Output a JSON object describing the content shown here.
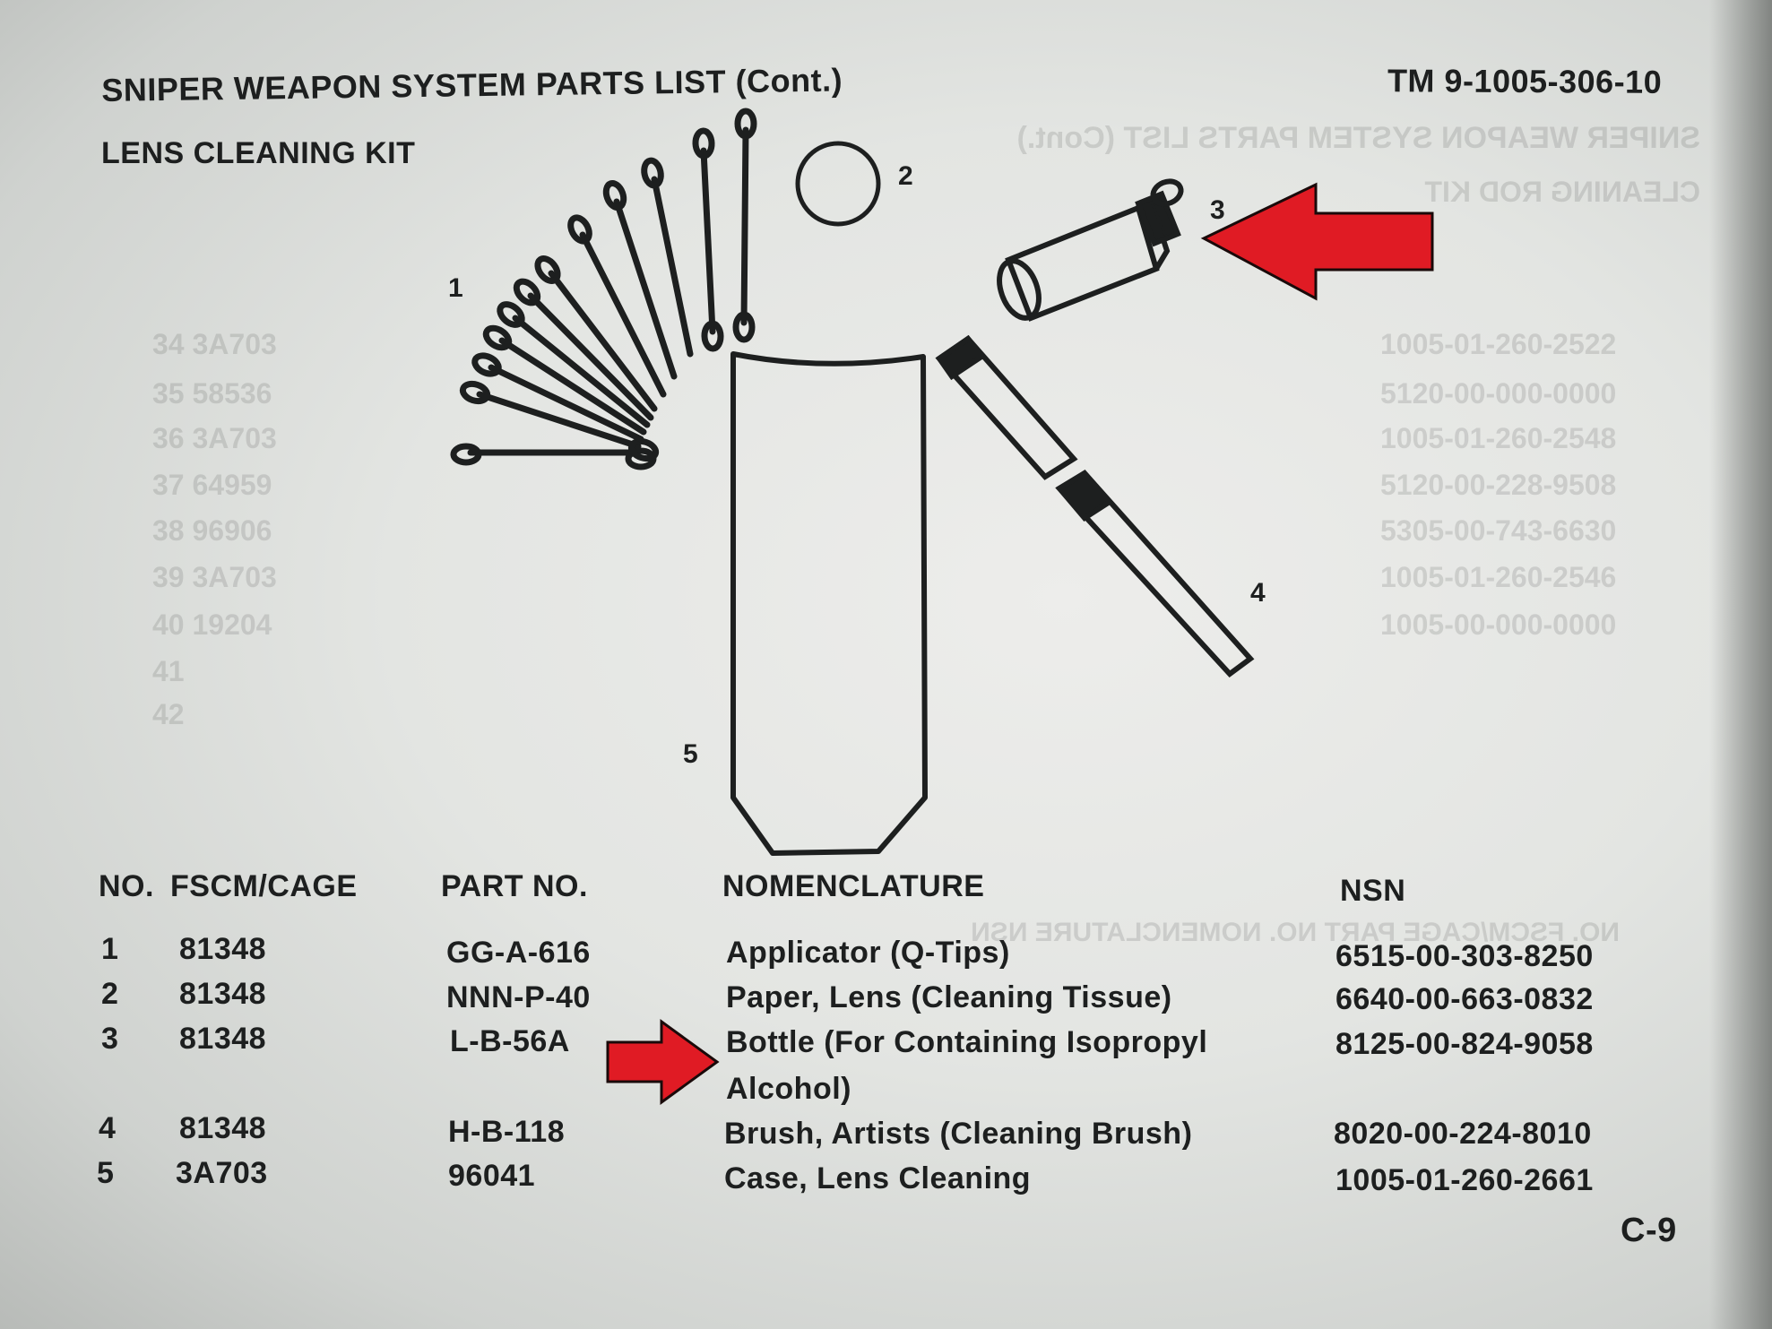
{
  "header": {
    "title": "SNIPER WEAPON SYSTEM PARTS LIST (Cont.)",
    "manual_number": "TM  9-1005-306-10",
    "section": "LENS CLEANING KIT"
  },
  "figure": {
    "callouts": [
      "1",
      "2",
      "3",
      "4",
      "5"
    ]
  },
  "table": {
    "columns": [
      "NO.",
      "FSCM/CAGE",
      "PART NO.",
      "NOMENCLATURE",
      "NSN"
    ],
    "rows": [
      {
        "no": "1",
        "fscm": "81348",
        "part": "GG-A-616",
        "nomenclature": "Applicator (Q-Tips)",
        "nomenclature_cont": "",
        "nsn": "6515-00-303-8250"
      },
      {
        "no": "2",
        "fscm": "81348",
        "part": "NNN-P-40",
        "nomenclature": "Paper, Lens (Cleaning Tissue)",
        "nomenclature_cont": "",
        "nsn": "6640-00-663-0832"
      },
      {
        "no": "3",
        "fscm": "81348",
        "part": "L-B-56A",
        "nomenclature": "Bottle (For Containing Isopropyl",
        "nomenclature_cont": "Alcohol)",
        "nsn": "8125-00-824-9058"
      },
      {
        "no": "4",
        "fscm": "81348",
        "part": "H-B-118",
        "nomenclature": "Brush, Artists (Cleaning Brush)",
        "nomenclature_cont": "",
        "nsn": "8020-00-224-8010"
      },
      {
        "no": "5",
        "fscm": "3A703",
        "part": "96041",
        "nomenclature": "Case, Lens Cleaning",
        "nomenclature_cont": "",
        "nsn": "1005-01-260-2661"
      }
    ]
  },
  "page_number": "C-9",
  "annotation": {
    "arrow_color": "#e01b24"
  }
}
